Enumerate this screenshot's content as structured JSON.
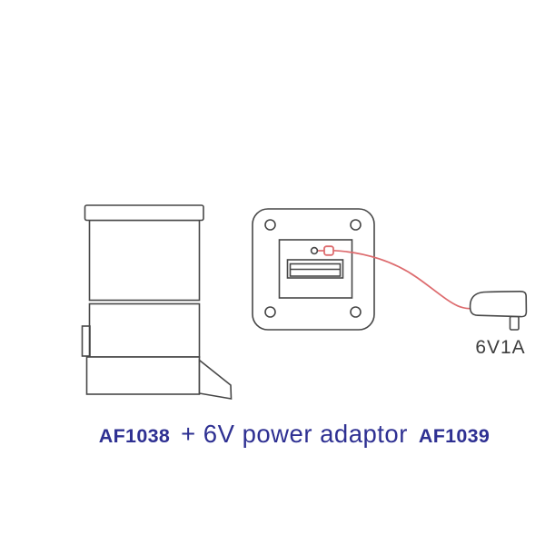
{
  "diagram": {
    "caption": {
      "product_code_left": "AF1038",
      "connector_text": "+ 6V power adaptor",
      "product_code_right": "AF1039"
    },
    "adaptor": {
      "label": "6V1A"
    },
    "colors": {
      "outline": "#474747",
      "cable_red": "#dd6b6e",
      "caption_blue": "#2e3092",
      "label_dark": "#3d3d3d",
      "background": "#ffffff"
    }
  }
}
